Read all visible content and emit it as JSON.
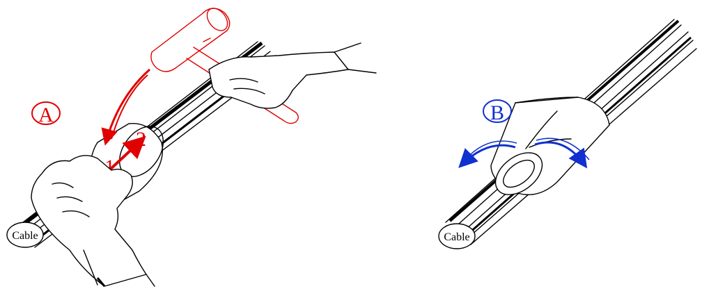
{
  "panel_a": {
    "label": "A",
    "cable_label": "Cable",
    "step_1": "1",
    "step_2": "2"
  },
  "panel_b": {
    "label": "B",
    "cable_label": "Cable"
  },
  "colors": {
    "accent_red": "#e00000",
    "accent_blue": "#1030d0",
    "ink": "#000000"
  }
}
